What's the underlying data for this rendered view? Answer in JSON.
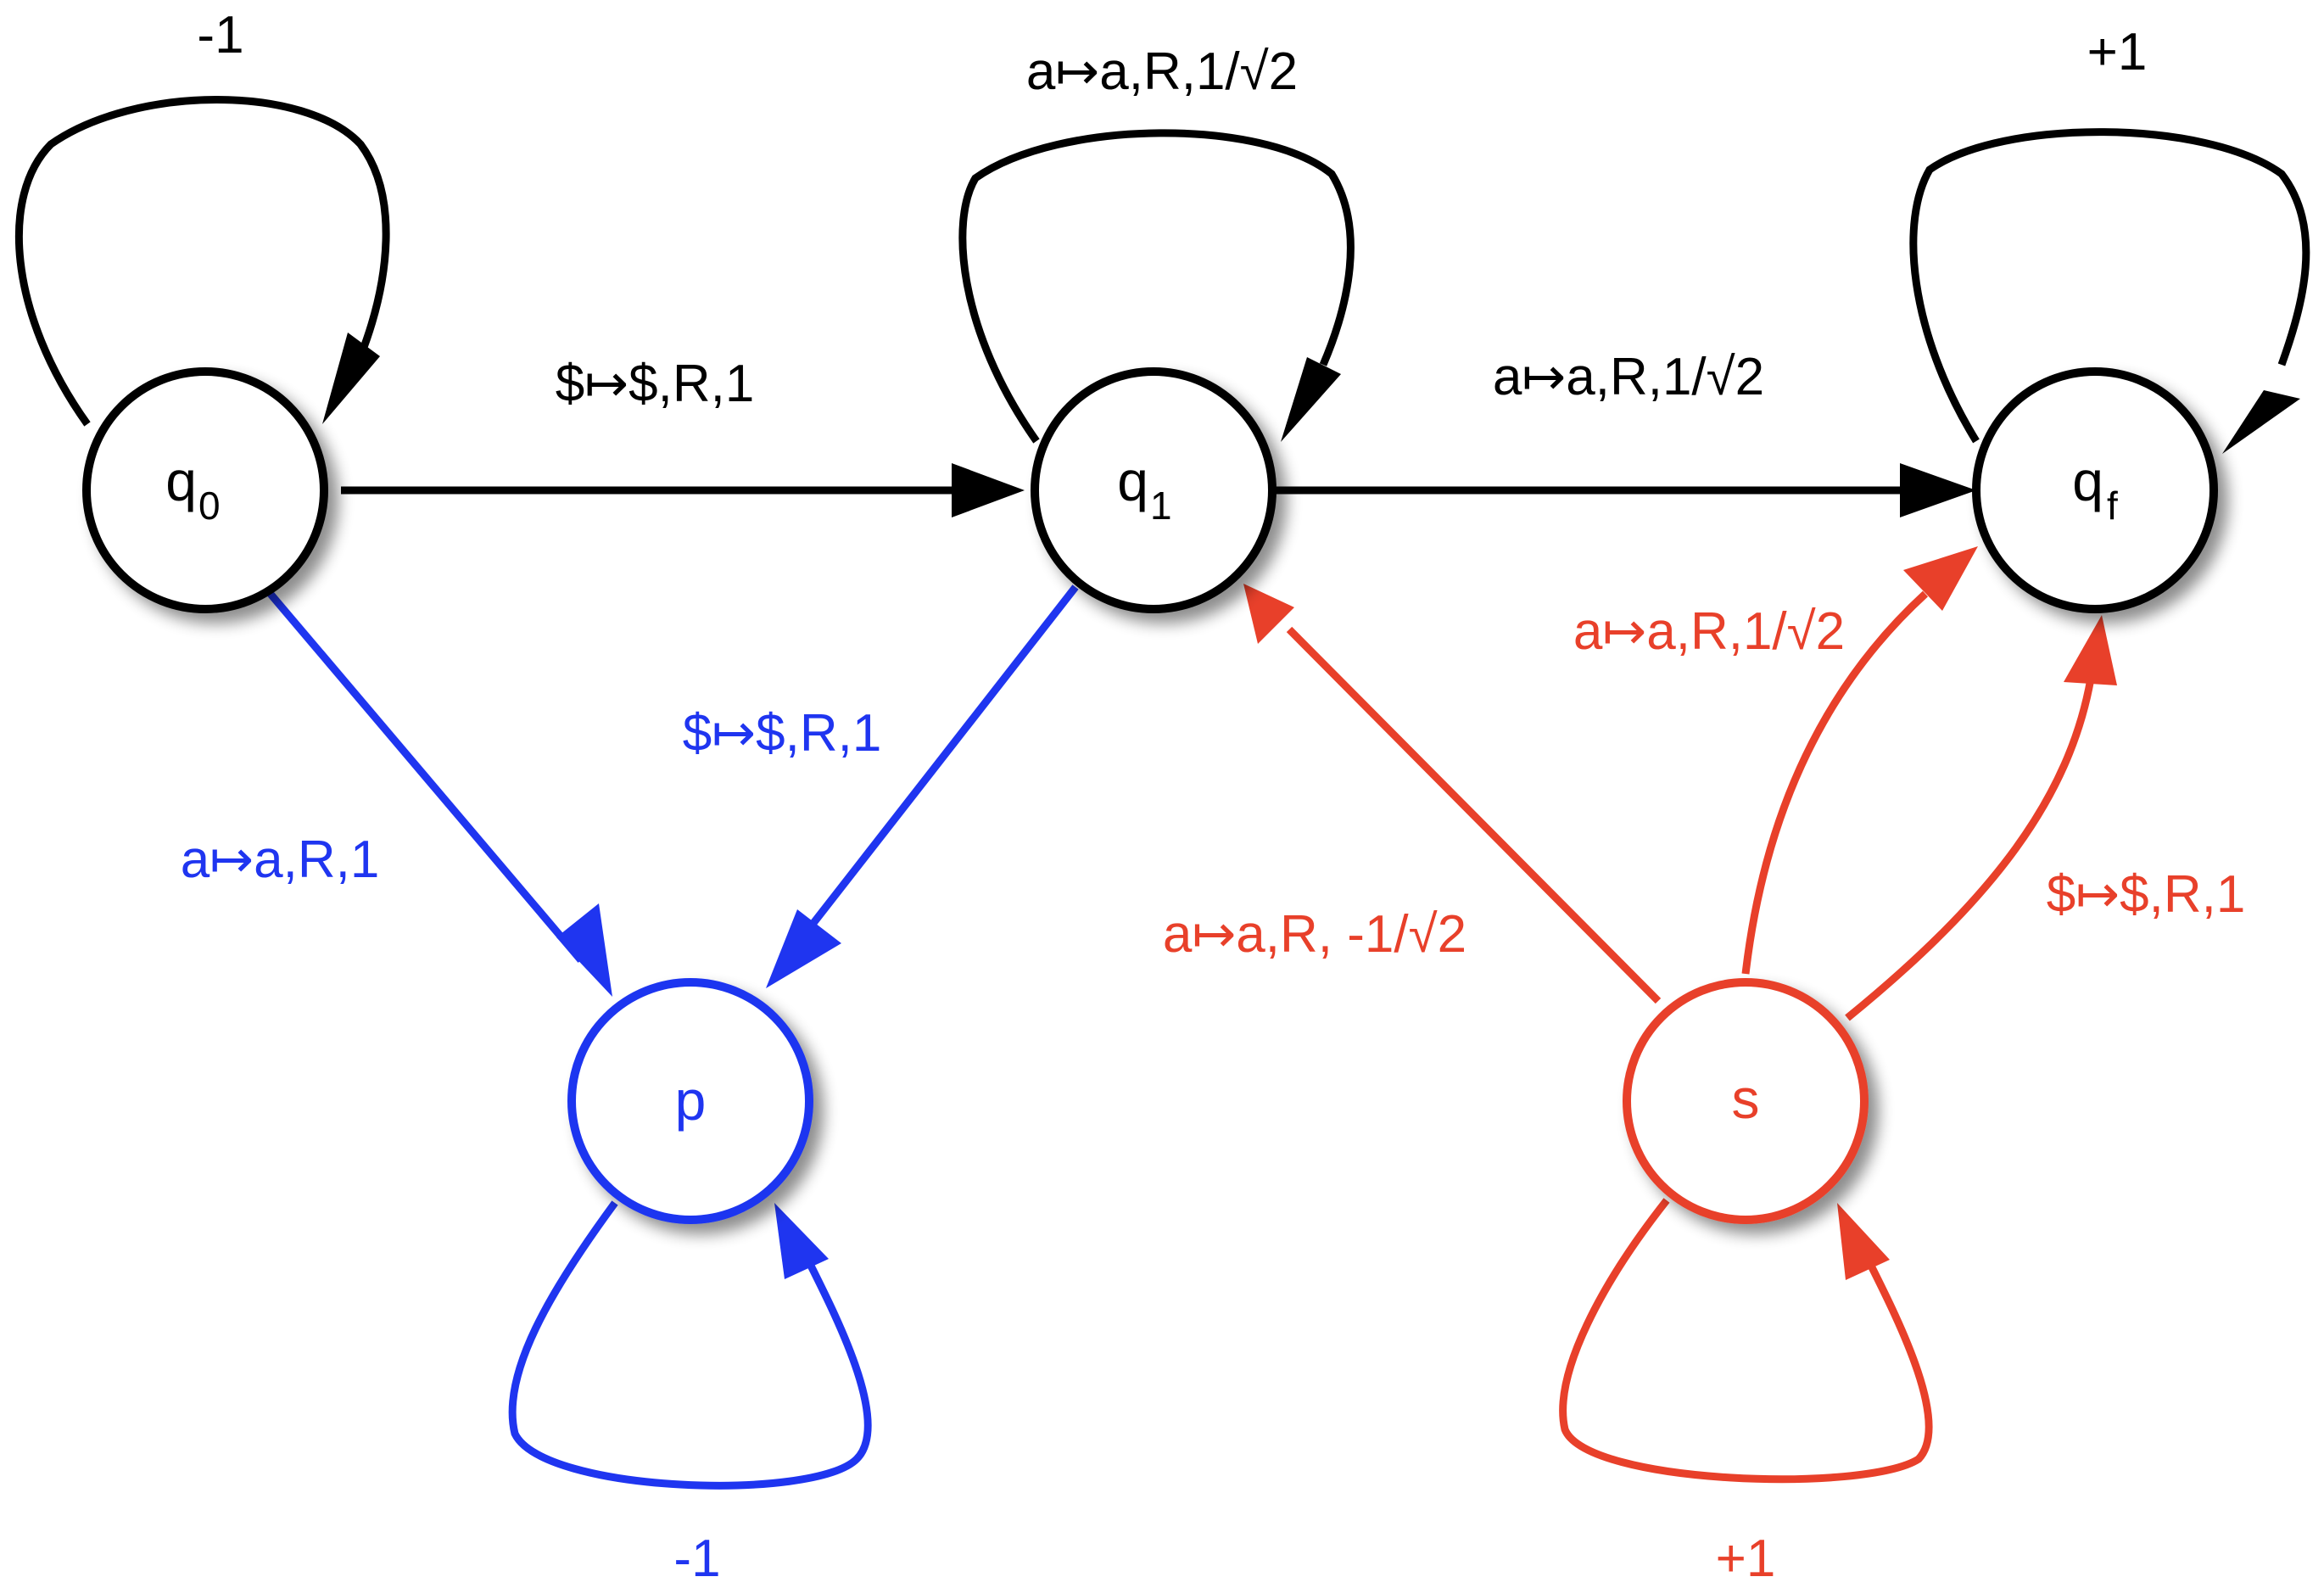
{
  "colors": {
    "main": "#000000",
    "reject": "#1f35f0",
    "sink": "#e8402a",
    "background": "#ffffff"
  },
  "nodes": {
    "q0": {
      "label": "q",
      "sub": "0"
    },
    "q1": {
      "label": "q",
      "sub": "1"
    },
    "qf": {
      "label": "q",
      "sub": "f"
    },
    "p": {
      "label": "p"
    },
    "s": {
      "label": "s"
    }
  },
  "loops": {
    "q0": "-1",
    "q1": "a↦a,R,1/√2",
    "qf": "+1",
    "p": "-1",
    "s": "+1"
  },
  "edges": {
    "q0_q1": "$↦$,R,1",
    "q1_qf": "a↦a,R,1/√2",
    "q0_p": "a↦a,R,1",
    "q1_p": "$↦$,R,1",
    "s_q1": "a↦a,R, -1/√2",
    "s_qf_a": "a↦a,R,1/√2",
    "s_qf_dollar": "$↦$,R,1"
  }
}
